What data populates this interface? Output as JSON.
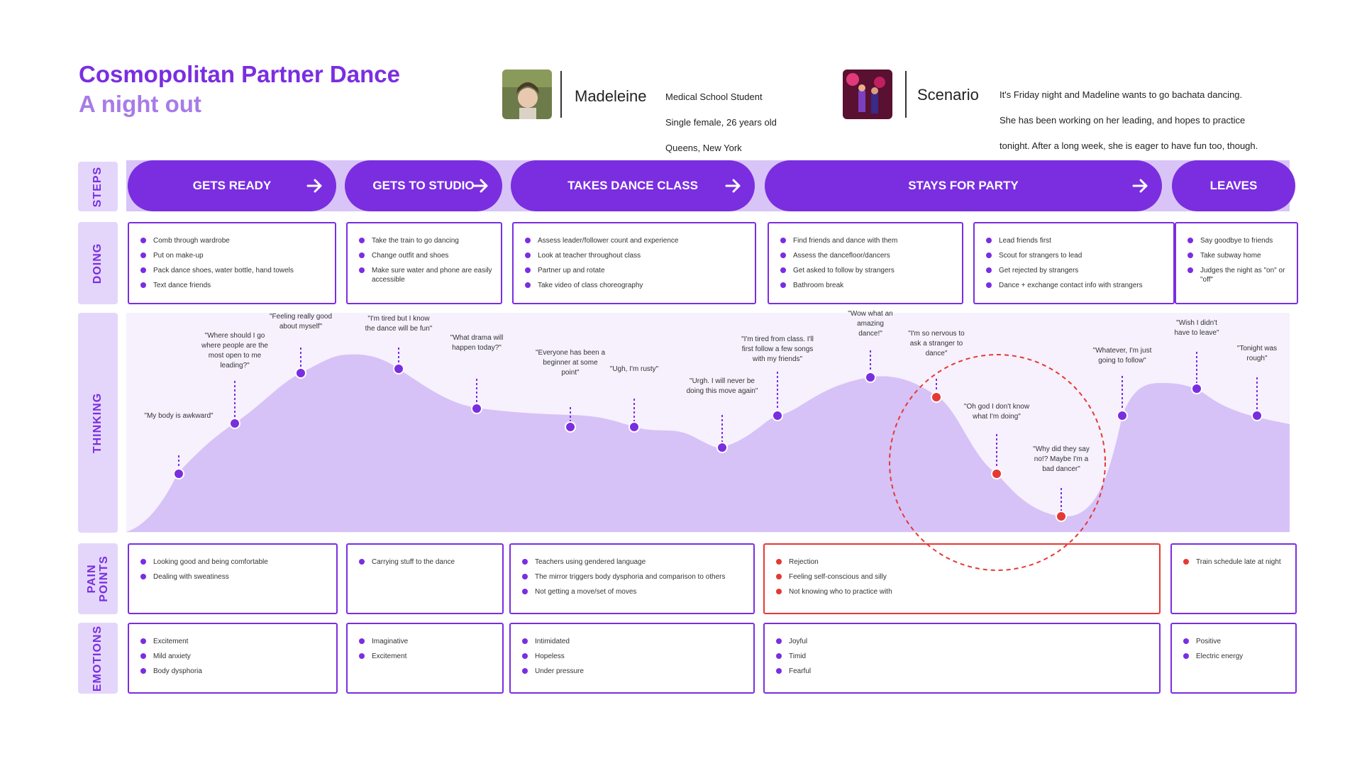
{
  "title": "Cosmopolitan Partner Dance",
  "subtitle": "A night out",
  "persona": {
    "name": "Madeleine",
    "lines": [
      "Medical School Student",
      "Single female, 26 years old",
      "Queens, New York"
    ]
  },
  "scenario": {
    "label": "Scenario",
    "lines": [
      "It's Friday night and Madeline wants to go bachata dancing.",
      "She has been working on her leading, and hopes to practice",
      "tonight. After a long week, she is eager to have fun too, though."
    ]
  },
  "row_labels": {
    "steps": "STEPS",
    "doing": "DOING",
    "thinking": "THINKING",
    "pain_line1": "PAIN",
    "pain_line2": "POINTS",
    "emotions": "EMOTIONS"
  },
  "steps": [
    "GETS READY",
    "GETS TO STUDIO",
    "TAKES DANCE CLASS",
    "STAYS FOR PARTY",
    "LEAVES"
  ],
  "doing": [
    [
      "Comb through wardrobe",
      "Put on make-up",
      "Pack dance shoes, water bottle, hand towels",
      "Text dance friends"
    ],
    [
      "Take the train to go dancing",
      "Change outfit and shoes",
      "Make sure water and phone are easily accessible"
    ],
    [
      "Assess leader/follower count and experience",
      "Look at teacher throughout class",
      "Partner up and rotate",
      "Take video of class choreography"
    ],
    [
      "Find friends and dance with them",
      "Assess the dancefloor/dancers",
      "Get asked to follow by strangers",
      "Bathroom break"
    ],
    [
      "Lead friends first",
      "Scout for strangers to lead",
      "Get rejected by strangers",
      "Dance + exchange contact info with strangers"
    ],
    [
      "Say goodbye to friends",
      "Take subway home",
      "Judges the night as \"on\" or \"off\""
    ]
  ],
  "thinking": [
    {
      "q": [
        "\"My body is awkward\""
      ],
      "color": "#7a2ee0"
    },
    {
      "q": [
        "\"Where should I go",
        "where people are the",
        "most open to me",
        "leading?\""
      ],
      "color": "#7a2ee0"
    },
    {
      "q": [
        "\"Feeling really good",
        "about myself\""
      ],
      "color": "#7a2ee0"
    },
    {
      "q": [
        "\"I'm tired but I know",
        "the dance will be fun\""
      ],
      "color": "#7a2ee0"
    },
    {
      "q": [
        "\"What drama will",
        "happen today?\""
      ],
      "color": "#7a2ee0"
    },
    {
      "q": [
        "\"Everyone has been a",
        "beginner at some",
        "point\""
      ],
      "color": "#7a2ee0"
    },
    {
      "q": [
        "\"Ugh, I'm rusty\""
      ],
      "color": "#7a2ee0"
    },
    {
      "q": [
        "\"Urgh. I will never be",
        "doing this move again\""
      ],
      "color": "#7a2ee0"
    },
    {
      "q": [
        "\"I'm tired from class. I'll",
        "first follow a few songs",
        "with my friends\""
      ],
      "color": "#7a2ee0"
    },
    {
      "q": [
        "\"Wow what an",
        "amazing",
        "dance!\""
      ],
      "color": "#7a2ee0"
    },
    {
      "q": [
        "\"I'm so nervous to",
        "ask a stranger to",
        "dance\""
      ],
      "color": "#e53935"
    },
    {
      "q": [
        "\"Oh god I don't know",
        "what I'm doing\""
      ],
      "color": "#e53935"
    },
    {
      "q": [
        "\"Why did they say",
        "no!? Maybe I'm a",
        "bad dancer\""
      ],
      "color": "#e53935"
    },
    {
      "q": [
        "\"Whatever, I'm just",
        "going to follow\""
      ],
      "color": "#7a2ee0"
    },
    {
      "q": [
        "\"Wish I didn't",
        "have to leave\""
      ],
      "color": "#7a2ee0"
    },
    {
      "q": [
        "\"Tonight was",
        "rough\""
      ],
      "color": "#7a2ee0"
    }
  ],
  "pain_points": [
    [
      "Looking good and being comfortable",
      "Dealing with sweatiness"
    ],
    [
      "Carrying stuff to the dance"
    ],
    [
      "Teachers using gendered language",
      "The mirror triggers body dysphoria and comparison to others",
      "Not getting a move/set of moves"
    ],
    [
      "Rejection",
      "Feeling self-conscious and silly",
      "Not knowing who to practice with"
    ],
    [
      "Train schedule late at night"
    ]
  ],
  "emotions": [
    [
      "Excitement",
      "Mild anxiety",
      "Body dysphoria"
    ],
    [
      "Imaginative",
      "Excitement"
    ],
    [
      "Intimidated",
      "Hopeless",
      "Under pressure"
    ],
    [
      "Joyful",
      "Timid",
      "Fearful"
    ],
    [
      "Positive",
      "Electric energy"
    ]
  ],
  "colors": {
    "accent": "#7a2ee0",
    "light": "#d8c4f7",
    "negative": "#e53935"
  }
}
